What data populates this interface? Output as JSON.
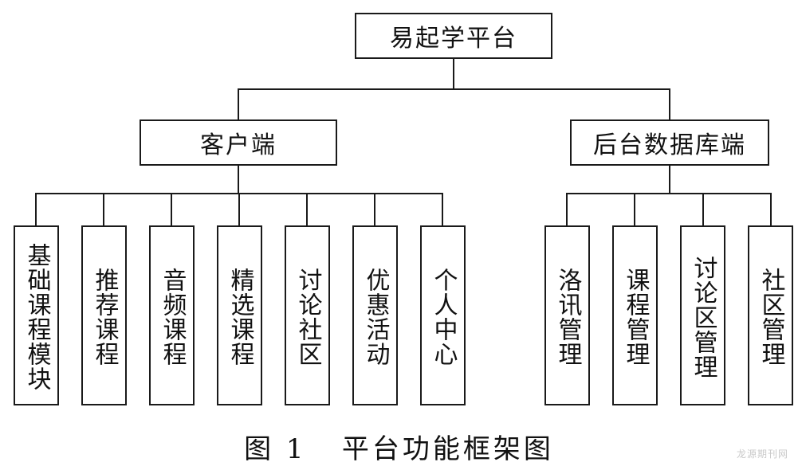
{
  "root": {
    "label": "易起学平台"
  },
  "branches": [
    {
      "label": "客户端",
      "children": [
        "基础课程模块",
        "推荐课程",
        "音频课程",
        "精选课程",
        "讨论社区",
        "优惠活动",
        "个人中心"
      ]
    },
    {
      "label": "后台数据库端",
      "children": [
        "洛讯管理",
        "课程管理",
        "讨论区管理",
        "社区管理"
      ]
    }
  ],
  "caption": "图 1   平台功能框架图",
  "watermark": "龙源期刊网"
}
